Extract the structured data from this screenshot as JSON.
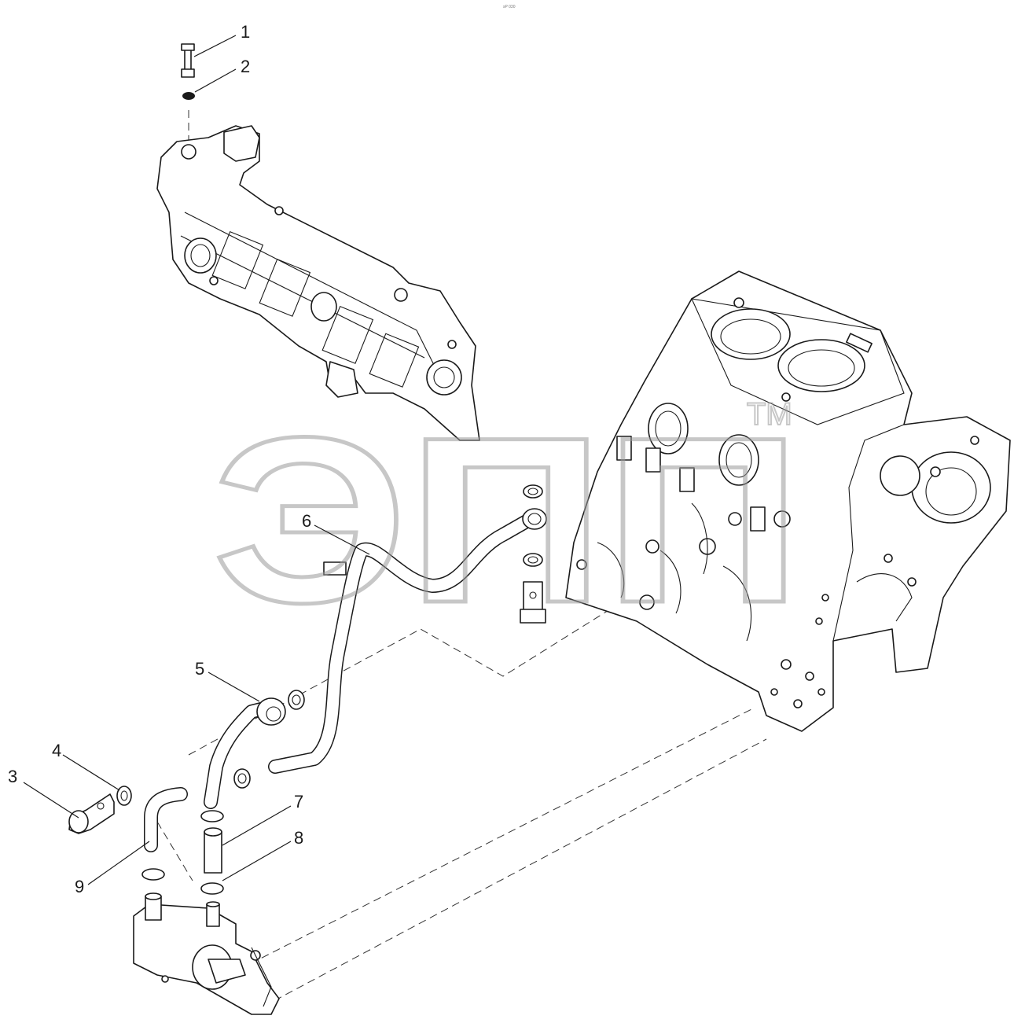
{
  "header": {
    "code": "sP 030"
  },
  "watermark": {
    "text": "ЭПП",
    "trademark": "TM"
  },
  "callouts": [
    {
      "label": "1"
    },
    {
      "label": "2"
    },
    {
      "label": "3"
    },
    {
      "label": "4"
    },
    {
      "label": "5"
    },
    {
      "label": "6"
    },
    {
      "label": "7"
    },
    {
      "label": "8"
    },
    {
      "label": "9"
    }
  ]
}
